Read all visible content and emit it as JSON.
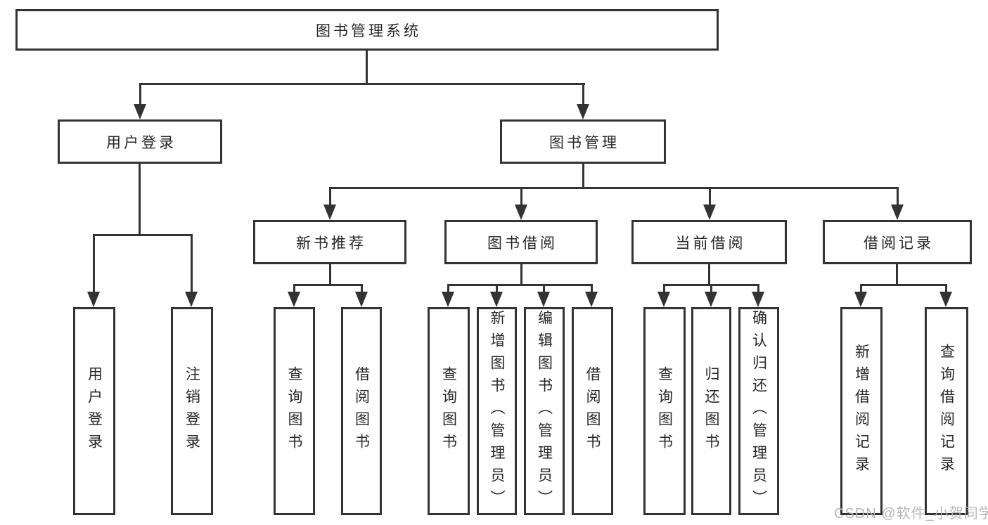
{
  "diagram": {
    "root": "图书管理系统",
    "level2": [
      "用户登录",
      "图书管理"
    ],
    "level3": [
      "新书推荐",
      "图书借阅",
      "当前借阅",
      "借阅记录"
    ],
    "leaves": {
      "user_login": [
        "用户登录",
        "注销登录"
      ],
      "new_book_recommend": [
        "查询图书",
        "借阅图书"
      ],
      "book_borrow": [
        "查询图书",
        "新增图书（管理员）",
        "编辑图书（管理员）",
        "借阅图书"
      ],
      "current_borrow": [
        "查询图书",
        "归还图书",
        "确认归还（管理员）"
      ],
      "borrow_records": [
        "新增借阅记录",
        "查询借阅记录"
      ]
    },
    "watermark": "CSDN @软件_小贺同学",
    "colors": {
      "line": "#333333",
      "text": "#262626",
      "watermark": "#b8b8b8",
      "background": "#ffffff"
    }
  }
}
